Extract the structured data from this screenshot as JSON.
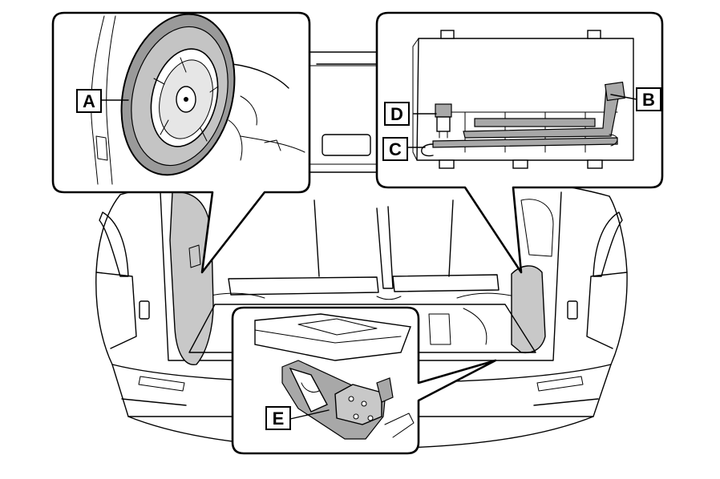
{
  "labels": {
    "a": "A",
    "b": "B",
    "c": "C",
    "d": "D",
    "e": "E"
  },
  "colors": {
    "line": "#000000",
    "panel_fill": "#c8c8c8",
    "background": "#ffffff"
  }
}
